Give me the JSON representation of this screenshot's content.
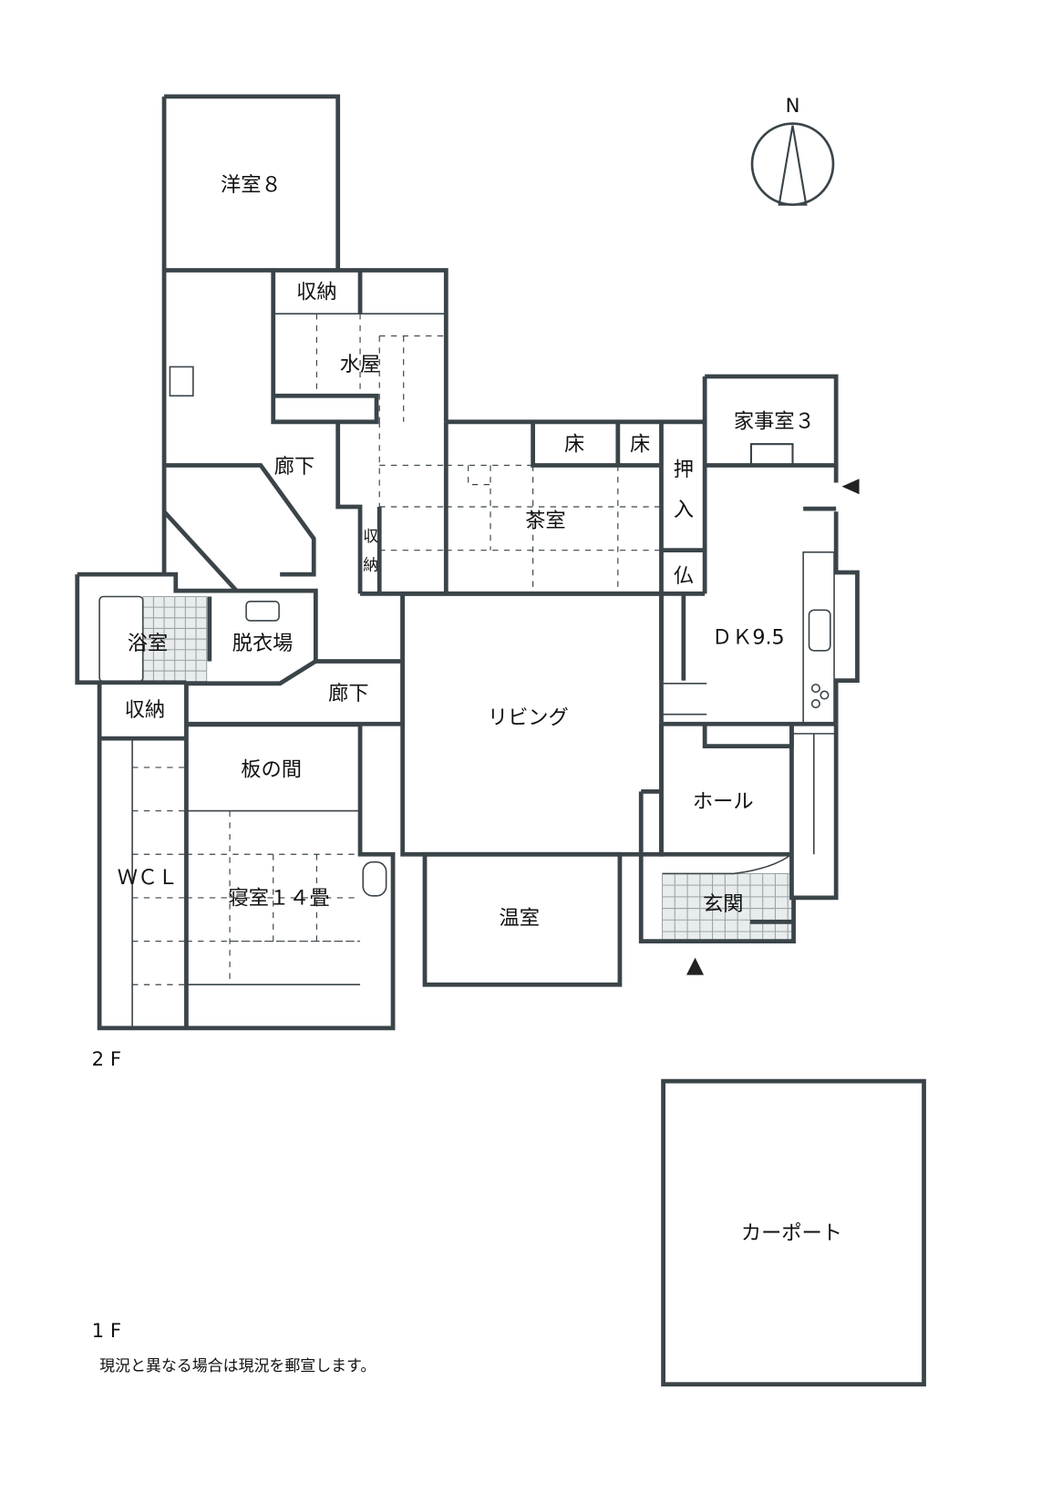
{
  "floors": {
    "second": "2 F",
    "first": "1 F"
  },
  "note": "現況と異なる場合は現況を郵宣します。",
  "compass": {
    "north": "N"
  },
  "rooms": {
    "western8": "洋室８",
    "storage_top": "収納",
    "mizuya": "水屋",
    "corridor_top": "廊下",
    "storage_side_1": "収",
    "storage_side_2": "納",
    "tokonoma1": "床",
    "tokonoma2": "床",
    "oshiire_1": "押",
    "oshiire_2": "入",
    "butsuma": "仏",
    "chashitsu": "茶室",
    "housework3": "家事室３",
    "dk": "ＤＫ9.5",
    "bath": "浴室",
    "dressing": "脱衣場",
    "corridor_lower": "廊下",
    "storage_lower": "収納",
    "living": "リビング",
    "itanoma": "板の間",
    "wcl": "ＷＣＬ",
    "bedroom14": "寝室１４畳",
    "hall": "ホール",
    "greenhouse": "温室",
    "entrance": "玄関",
    "carport": "カーポート"
  },
  "colors": {
    "wall": "#3a4449",
    "tile": "#e8ecec"
  }
}
